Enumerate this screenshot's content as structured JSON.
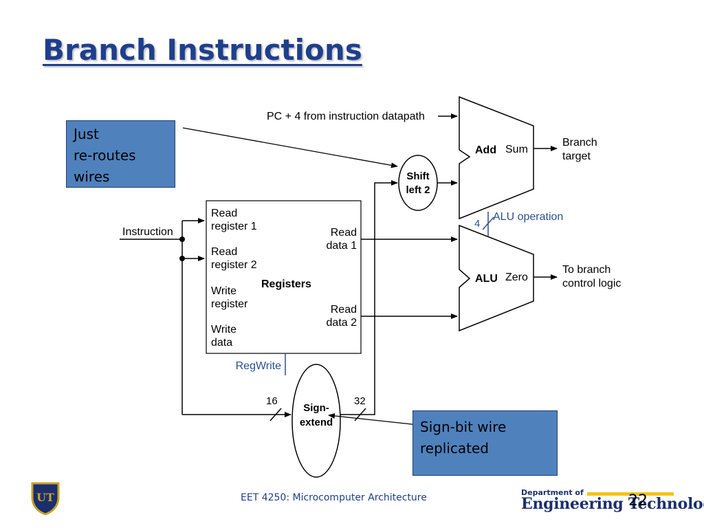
{
  "slide": {
    "title": "Branch Instructions",
    "footer_course": "EET 4250: Microcomputer Architecture",
    "slide_number": "22",
    "logo_text": "UT",
    "department_small": "Department of",
    "department_big": "Engineering Technology"
  },
  "callouts": {
    "wires": [
      "Just",
      "re-routes",
      "wires"
    ],
    "sign_bit": [
      "Sign-bit wire",
      "replicated"
    ]
  },
  "diagram": {
    "pc_input": "PC + 4 from instruction datapath",
    "adder": {
      "title": "Add",
      "output": "Sum"
    },
    "branch_target": [
      "Branch",
      "target"
    ],
    "shift": [
      "Shift",
      "left 2"
    ],
    "alu_operation": "ALU operation",
    "alu_op_width": "4",
    "alu": {
      "title": "ALU",
      "output": "Zero"
    },
    "branch_control": [
      "To branch",
      "control logic"
    ],
    "instruction": "Instruction",
    "registers": {
      "title": "Registers",
      "read_register_1": [
        "Read",
        "register 1"
      ],
      "read_register_2": [
        "Read",
        "register 2"
      ],
      "write_register": [
        "Write",
        "register"
      ],
      "write_data": [
        "Write",
        "data"
      ],
      "read_data_1": [
        "Read",
        "data 1"
      ],
      "read_data_2": [
        "Read",
        "data 2"
      ]
    },
    "regwrite": "RegWrite",
    "sign_extend": [
      "Sign-",
      "extend"
    ],
    "width_in": "16",
    "width_out": "32"
  },
  "colors": {
    "title": "#1f3f8c",
    "callout_fill": "#4f81bd",
    "control_label": "#2a4f8f",
    "dept_accent": "#f0c419"
  }
}
